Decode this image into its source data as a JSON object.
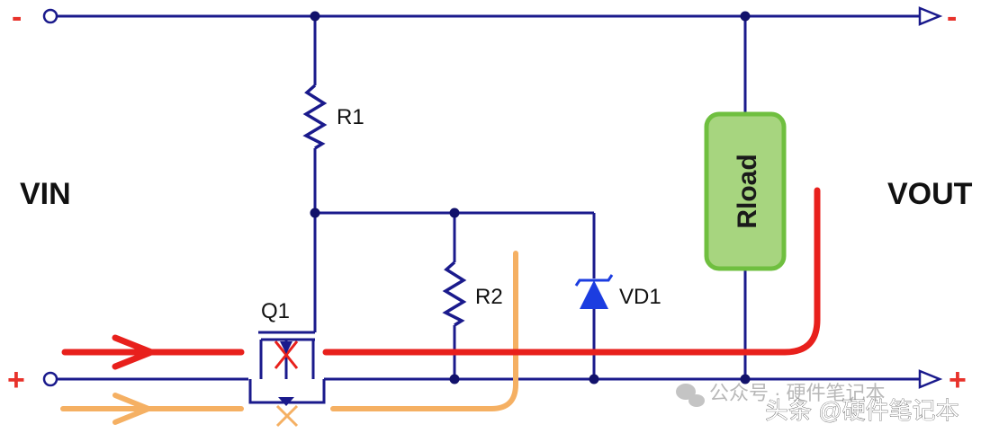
{
  "labels": {
    "vin": "VIN",
    "vout": "VOUT",
    "minus_in": "-",
    "minus_out": "-",
    "plus_in": "+",
    "plus_out": "+"
  },
  "components": {
    "r1": "R1",
    "r2": "R2",
    "vd1": "VD1",
    "q1": "Q1",
    "rload": "Rload"
  },
  "watermark": {
    "wechat": "公众号 · 硬件笔记本",
    "toutiao": "头条 @硬件笔记本"
  },
  "colors": {
    "wire": "#1a1a8c",
    "node": "#12126b",
    "current_main": "#e8201c",
    "current_alt": "#f5b063",
    "diode": "#1c3de0",
    "load_fill": "#a7d57f",
    "load_stroke": "#6fbf3f"
  }
}
